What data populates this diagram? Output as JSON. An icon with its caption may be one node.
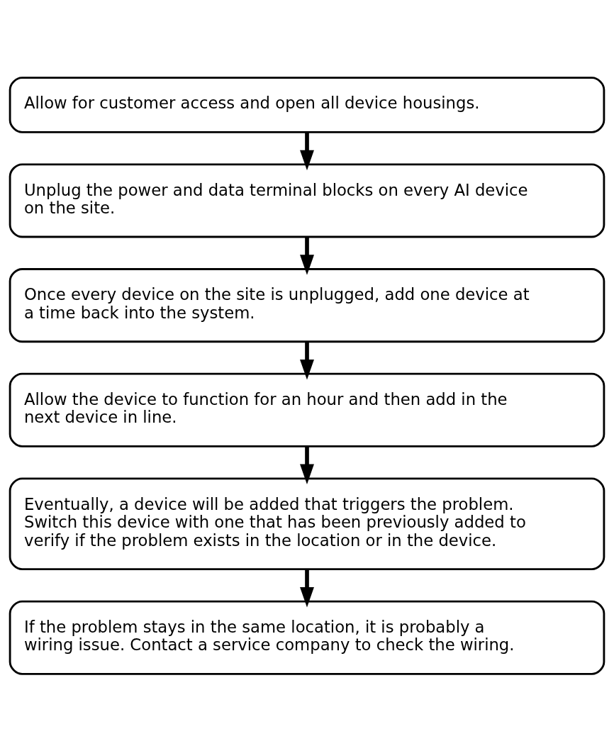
{
  "diagram": {
    "nodes": [
      {
        "text": [
          "Allow for customer access and open all device housings."
        ]
      },
      {
        "text": [
          "Unplug the power and data terminal blocks on every AI device on the site."
        ]
      },
      {
        "text": [
          "Once every device on the site is unplugged, add one device at a time back into the system."
        ]
      },
      {
        "text": [
          "Allow the device to function for an hour and then add in the next device in line."
        ]
      },
      {
        "text": [
          "Eventually, a device will be added that triggers the problem. Switch this device with one that has been previously added to verify if the problem exists in the location or in the device."
        ]
      },
      {
        "text": [
          "If the problem stays in the same location, it is probably a wiring issue. Contact a service company to check the wiring."
        ]
      }
    ],
    "edges": [
      {
        "from": 0,
        "to": 1,
        "arrow": "to"
      },
      {
        "from": 1,
        "to": 2,
        "arrow": "to"
      },
      {
        "from": 2,
        "to": 3,
        "arrow": "to"
      },
      {
        "from": 3,
        "to": 4,
        "arrow": "to"
      },
      {
        "from": 4,
        "to": 5,
        "arrow": "to"
      }
    ]
  }
}
